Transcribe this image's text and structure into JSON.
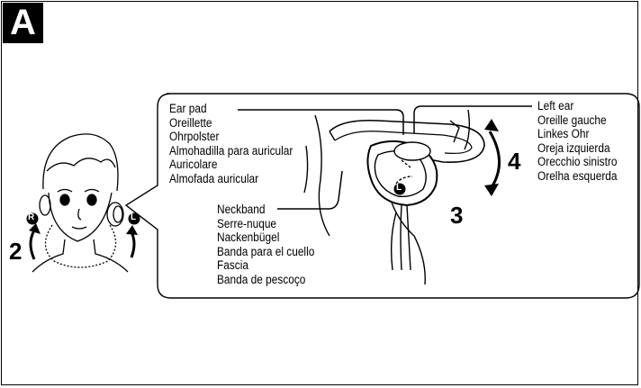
{
  "step_label": "A",
  "steps": {
    "two": "2",
    "three": "3",
    "four": "4"
  },
  "markers": {
    "right": "R",
    "left": "L"
  },
  "ear_pad_labels": [
    "Ear pad",
    "Oreillette",
    "Ohrpolster",
    "Almohadilla para auricular",
    "Auricolare",
    "Almofada auricular"
  ],
  "neckband_labels": [
    "Neckband",
    "Serre-nuque",
    "Nackenbügel",
    "Banda para el cuello",
    "Fascia",
    "Banda de pescoço"
  ],
  "left_ear_labels": [
    "Left ear",
    "Oreille gauche",
    "Linkes Ohr",
    "Oreja izquierda",
    "Orecchio sinistro",
    "Orelha esquerda"
  ]
}
